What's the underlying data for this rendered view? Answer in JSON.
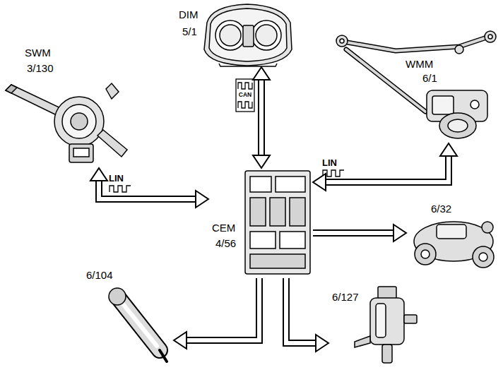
{
  "diagram": {
    "nodes": [
      {
        "text": [
          "DIM",
          "5/1"
        ]
      },
      {
        "text": [
          "WMM",
          "6/1"
        ]
      },
      {
        "text": [
          "SWM",
          "3/130"
        ]
      },
      {
        "text": [
          "CEM",
          "4/56"
        ]
      },
      {
        "text": [
          "6/32"
        ]
      },
      {
        "text": [
          "6/104"
        ]
      },
      {
        "text": [
          "6/127"
        ]
      }
    ],
    "edges": [
      {
        "from": 0,
        "to": 3,
        "arrow": "both",
        "label": "CAN"
      },
      {
        "from": 2,
        "to": 3,
        "arrow": "both",
        "label": "LIN"
      },
      {
        "from": 3,
        "to": 1,
        "arrow": "both",
        "label": "LIN"
      },
      {
        "from": 3,
        "to": 4,
        "arrow": "to"
      },
      {
        "from": 3,
        "to": 5,
        "arrow": "to"
      },
      {
        "from": 3,
        "to": 6,
        "arrow": "to"
      }
    ]
  }
}
